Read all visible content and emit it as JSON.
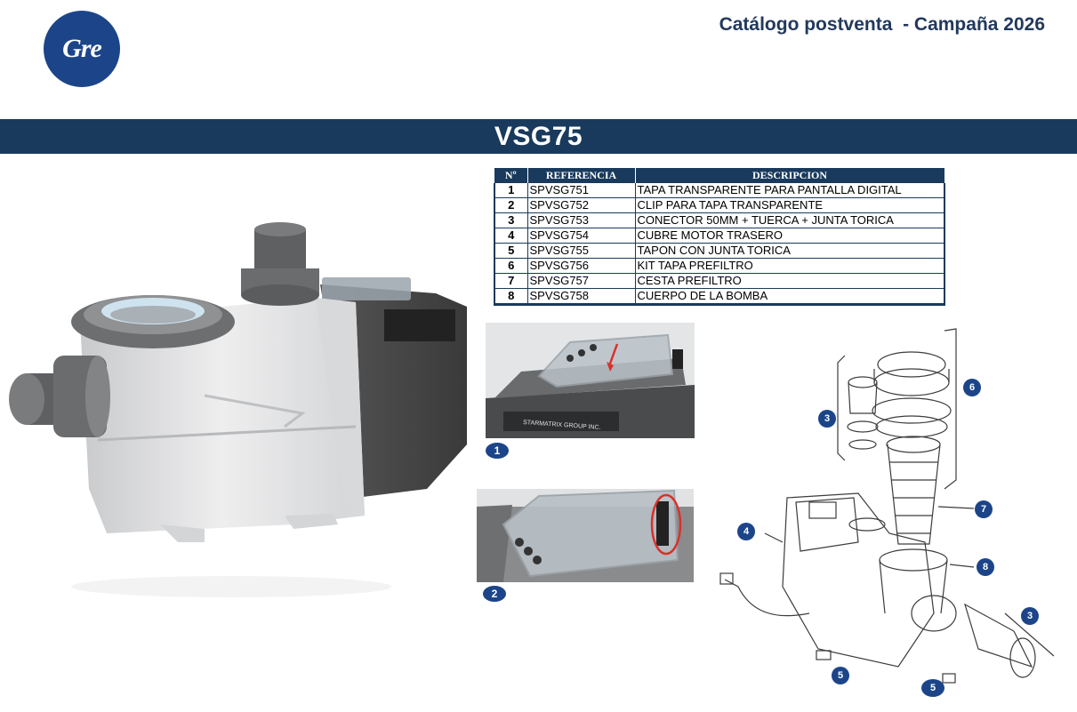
{
  "logo": {
    "text": "Gre"
  },
  "header": {
    "catalog_title": "Catálogo postventa  - Campaña 2026"
  },
  "banner": {
    "model": "VSG75"
  },
  "table": {
    "headers": [
      "Nº",
      "REFERENCIA",
      "DESCRIPCION"
    ],
    "rows": [
      {
        "num": "1",
        "ref": "SPVSG751",
        "desc": "TAPA TRANSPARENTE PARA PANTALLA DIGITAL"
      },
      {
        "num": "2",
        "ref": "SPVSG752",
        "desc": "CLIP PARA TAPA TRANSPARENTE"
      },
      {
        "num": "3",
        "ref": "SPVSG753",
        "desc": "CONECTOR 50MM + TUERCA + JUNTA TORICA"
      },
      {
        "num": "4",
        "ref": "SPVSG754",
        "desc": "CUBRE MOTOR TRASERO"
      },
      {
        "num": "5",
        "ref": "SPVSG755",
        "desc": "TAPON CON JUNTA TORICA"
      },
      {
        "num": "6",
        "ref": "SPVSG756",
        "desc": "KIT TAPA PREFILTRO"
      },
      {
        "num": "7",
        "ref": "SPVSG757",
        "desc": "CESTA PREFILTRO"
      },
      {
        "num": "8",
        "ref": "SPVSG758",
        "desc": "CUERPO DE LA BOMBA"
      }
    ]
  },
  "photos": {
    "photo1": {
      "badge": "1",
      "label": "STARMATRIX GROUP INC."
    },
    "photo2": {
      "badge": "2"
    }
  },
  "diagram": {
    "callouts": [
      "6",
      "3",
      "7",
      "4",
      "8",
      "3",
      "5",
      "5"
    ]
  },
  "colors": {
    "navy": "#193a5c",
    "badge_blue": "#1c4589",
    "highlight_red": "#d9312b"
  }
}
